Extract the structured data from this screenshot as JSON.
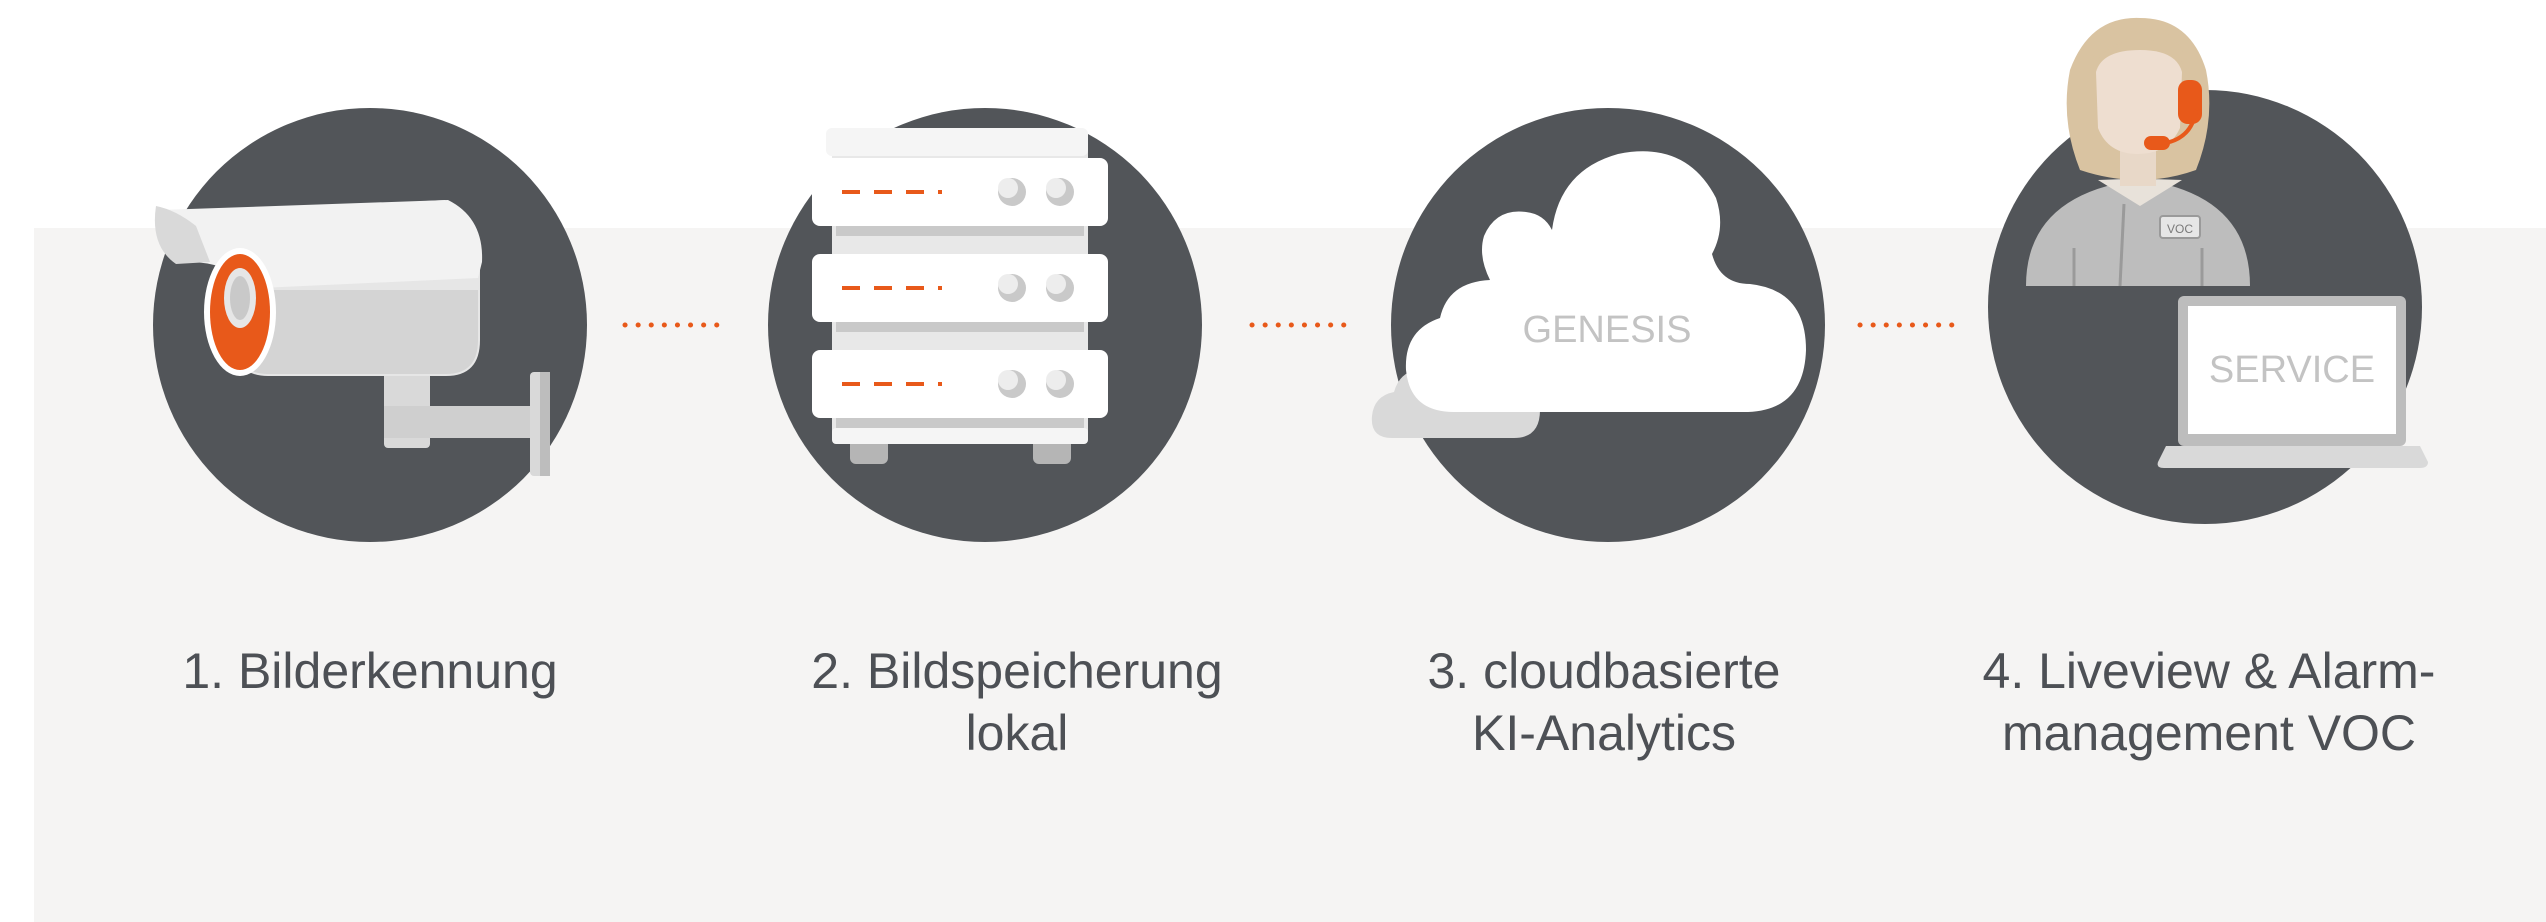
{
  "steps": [
    {
      "label": "1. Bilderkennung",
      "icon": "security-camera-icon"
    },
    {
      "label": "2. Bildspeicherung\nlokal",
      "icon": "server-rack-icon"
    },
    {
      "label": "3. cloudbasierte\nKI-Analytics",
      "icon": "cloud-icon",
      "icon_text": "GENESIS"
    },
    {
      "label": "4. Liveview & Alarm-\nmanagement VOC",
      "icon": "operator-with-laptop-icon",
      "icon_text": "SERVICE",
      "badge_text": "VOC"
    }
  ],
  "colors": {
    "circle": "#525559",
    "accent": "#e8591a",
    "panel": "#f5f4f3",
    "text": "#4d5055"
  }
}
